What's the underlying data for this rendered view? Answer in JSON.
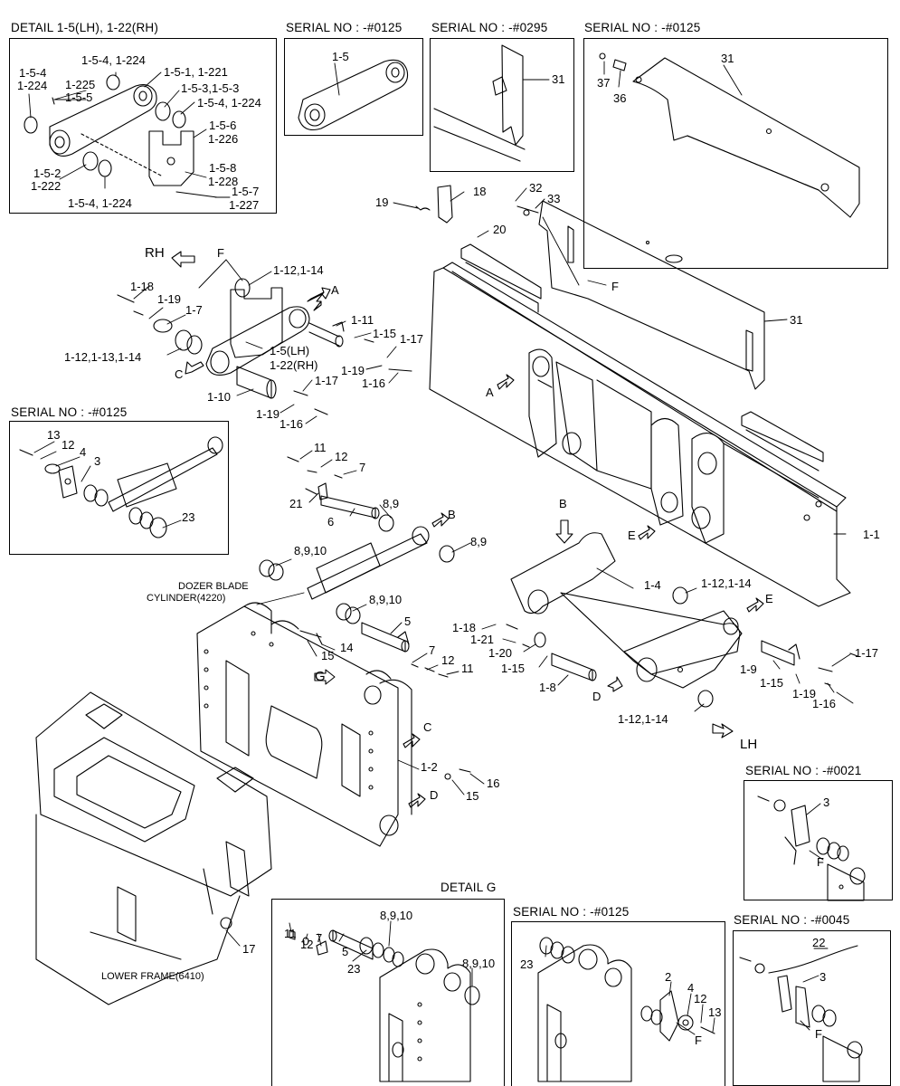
{
  "titles": {
    "detail_15": "DETAIL 1-5(LH), 1-22(RH)",
    "serial_0125_a": "SERIAL NO : -#0125",
    "serial_0295": "SERIAL NO : -#0295",
    "serial_0125_b": "SERIAL NO : -#0125",
    "serial_0125_c": "SERIAL NO : -#0125",
    "serial_0021": "SERIAL NO : -#0021",
    "detail_g": "DETAIL G",
    "serial_0125_d": "SERIAL NO : -#0125",
    "serial_0045": "SERIAL NO : -#0045"
  },
  "captions": {
    "dozer_1": "DOZER BLADE",
    "dozer_2": "CYLINDER(4220)",
    "lower_frame": "LOWER FRAME(6410)",
    "rh": "RH",
    "lh": "LH"
  },
  "labels": {
    "d_154_224_top": "1-5-4, 1-224",
    "d_151_221": "1-5-1, 1-221",
    "d_154": "1-5-4",
    "d_224": "1-224",
    "d_1225": "1-225",
    "d_155": "1-5-5",
    "d_153": "1-5-3,1-5-3",
    "d_154_224_mid": "1-5-4, 1-224",
    "d_156": "1-5-6",
    "d_226": "1-226",
    "d_152": "1-5-2",
    "d_222": "1-222",
    "d_158": "1-5-8",
    "d_228": "1-228",
    "d_157": "1-5-7",
    "d_227": "1-227",
    "d_154_224_bot": "1-5-4, 1-224",
    "s1_15": "1-5",
    "s2_31": "31",
    "s3_31": "31",
    "s3_37": "37",
    "s3_36": "36",
    "m_18": "18",
    "m_19": "19",
    "m_20": "20",
    "m_32": "32",
    "m_33": "33",
    "m_F_top": "F",
    "m_31": "31",
    "m_F_link": "F",
    "m_112_114": "1-12,1-14",
    "m_A_top": "A",
    "m_118": "1-18",
    "m_119": "1-19",
    "m_17": "1-7",
    "m_111": "1-11",
    "m_115": "1-15",
    "m_117": "1-17",
    "m_15LH": "1-5(LH)",
    "m_122RH": "1-22(RH)",
    "m_1121314": "1-12,1-13,1-14",
    "m_C_link": "C",
    "m_119b": "1-19",
    "m_116": "1-16",
    "m_117b": "1-17",
    "m_110": "1-10",
    "m_119c": "1-19",
    "m_116b": "1-16",
    "m_A_main": "A",
    "s4_13": "13",
    "s4_12": "12",
    "s4_4": "4",
    "s4_3": "3",
    "s4_23": "23",
    "c_11": "11",
    "c_12": "12",
    "c_7": "7",
    "c_21": "21",
    "c_6": "6",
    "c_89": "8,9",
    "c_B": "B",
    "c_89b": "8,9",
    "c_8910": "8,9,10",
    "c_8910b": "8,9,10",
    "c_5": "5",
    "c_14": "14",
    "c_15": "15",
    "c_7b": "7",
    "c_12b": "12",
    "c_11b": "11",
    "c_G": "G",
    "c_C": "C",
    "c_12frame": "1-2",
    "c_16": "16",
    "c_15b": "15",
    "c_D": "D",
    "c_17": "17",
    "r_B": "B",
    "r_E": "E",
    "r_11": "1-1",
    "r_14": "1-4",
    "r_112_114": "1-12,1-14",
    "r_E2": "E",
    "r_118": "1-18",
    "r_121": "1-21",
    "r_120": "1-20",
    "r_115": "1-15",
    "r_18": "1-8",
    "r_D": "D",
    "r_19": "1-9",
    "r_115b": "1-15",
    "r_117": "1-17",
    "r_119": "1-19",
    "r_116": "1-16",
    "r_112_114b": "1-12,1-14",
    "s5_3": "3",
    "s5_F": "F",
    "g_11": "11",
    "g_12": "12",
    "g_7": "7",
    "g_5": "5",
    "g_8910": "8,9,10",
    "g_23": "23",
    "g_8910b": "8,9,10",
    "s6_23": "23",
    "s6_2": "2",
    "s6_4": "4",
    "s6_12": "12",
    "s6_13": "13",
    "s6_F": "F",
    "s7_22": "22",
    "s7_3": "3",
    "s7_F": "F"
  }
}
